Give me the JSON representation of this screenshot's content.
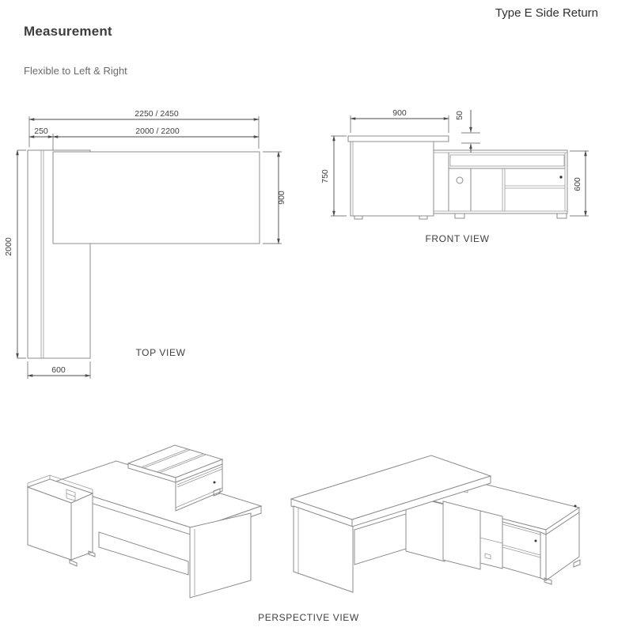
{
  "header": {
    "title": "Measurement",
    "subtitle": "Flexible to Left & Right",
    "type_label": "Type E Side Return"
  },
  "top_view": {
    "label": "TOP VIEW",
    "dim_total_width": "2250 / 2450",
    "dim_side_offset": "250",
    "dim_desk_width": "2000 / 2200",
    "dim_desk_depth": "900",
    "dim_return_length": "2000",
    "dim_return_depth": "600"
  },
  "front_view": {
    "label": "FRONT VIEW",
    "dim_desk_width": "900",
    "dim_top_gap": "50",
    "dim_desk_height": "750",
    "dim_cabinet_height": "600"
  },
  "perspective_view": {
    "label": "PERSPECTIVE VIEW"
  },
  "colors": {
    "drawing_line": "#8c8c8c",
    "dimension_line": "#4b4b4b",
    "text": "#3f3f3f",
    "background": "#ffffff"
  }
}
